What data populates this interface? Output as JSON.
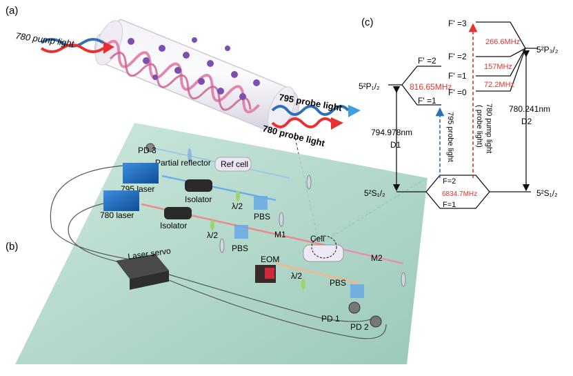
{
  "panels": {
    "a": "(a)",
    "b": "(b)",
    "c": "(c)"
  },
  "cell_figure": {
    "pump_label": "780 pump light",
    "probe795_label": "795 probe light",
    "probe780_label": "780 probe light"
  },
  "setup": {
    "pd3": "PD 3",
    "partial_reflector": "Partial reflector",
    "ref_cell": "Ref cell",
    "laser795": "795 laser",
    "laser780": "780 laser",
    "isolator1": "Isolator",
    "isolator2": "Isolator",
    "half_wave1": "λ/2",
    "half_wave2": "λ/2",
    "half_wave3": "λ/2",
    "pbs1": "PBS",
    "pbs2": "PBS",
    "pbs3": "PBS",
    "m1": "M1",
    "m2": "M2",
    "cell": "Cell",
    "eom": "EOM",
    "laser_servo": "Laser servo",
    "pd1": "PD 1",
    "pd2": "PD 2"
  },
  "levels": {
    "p12_state": "5²P₁/₂",
    "p12_f2": "F' =2",
    "p12_f1": "F' =1",
    "p12_split": "816.65MHz",
    "p32_state": "5²P₃/₂",
    "p32_f3": "F' =3",
    "p32_f2": "F' =2",
    "p32_f1": "F' =1",
    "p32_f0": "F' =0",
    "p32_split32": "266.6MHz",
    "p32_split21": "157MHz",
    "p32_split10": "72.2MHz",
    "s12_left": "5²S₁/₂",
    "s12_right": "5²S₁/₂",
    "s_f2": "F=2",
    "s_f1": "F=1",
    "s_split": "6834.7MHz",
    "d1_wavelength": "794.978nm",
    "d1_name": "D1",
    "d2_wavelength": "780.241nm",
    "d2_name": "D2",
    "probe795": "795 probe light",
    "pump780_line1": "780 pump light",
    "pump780_line2": "( probe light)"
  },
  "colors": {
    "red": "#e8312f",
    "blue": "#2f6fb6",
    "table": "#a9d4c4"
  }
}
